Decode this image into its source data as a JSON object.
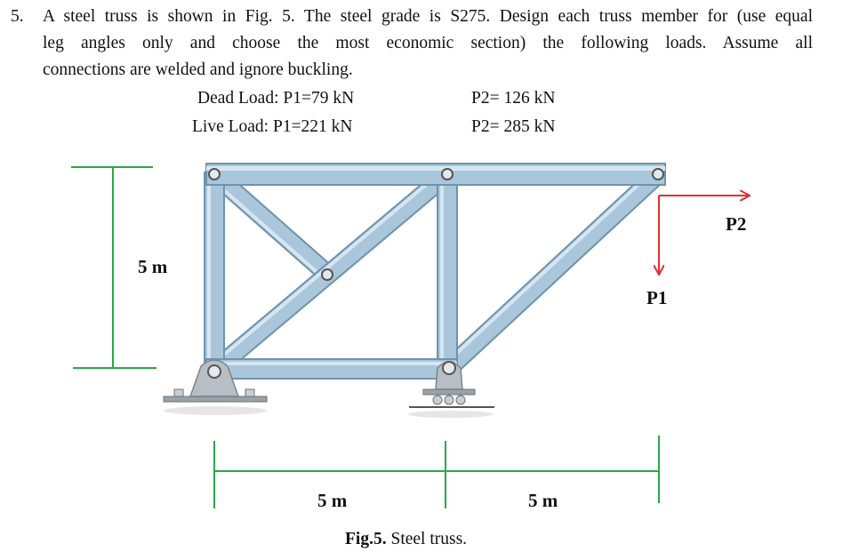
{
  "question": {
    "number": "5.",
    "lines": [
      "A steel truss is shown in Fig. 5. The steel grade is S275. Design each truss member for (use equal",
      "leg angles only and choose the most economic section) the following loads. Assume all",
      "connections are welded and ignore buckling."
    ]
  },
  "loads": {
    "dead_label": "Dead Load: P1=79 kN",
    "dead_p2": "P2= 126 kN",
    "live_label": "Live Load: P1=221 kN",
    "live_p2": "P2= 285 kN"
  },
  "figure": {
    "height_label": "5 m",
    "span_left_label": "5 m",
    "span_right_label": "5 m",
    "p1_label": "P1",
    "p2_label": "P2",
    "colors": {
      "member": "#a9c6da",
      "member_edge": "#6f93ad",
      "dimension": "#2aa84a",
      "load_arrow": "#e03030",
      "support": "#b7bec4"
    }
  },
  "caption": {
    "bold": "Fig.5.",
    "text": " Steel truss."
  }
}
